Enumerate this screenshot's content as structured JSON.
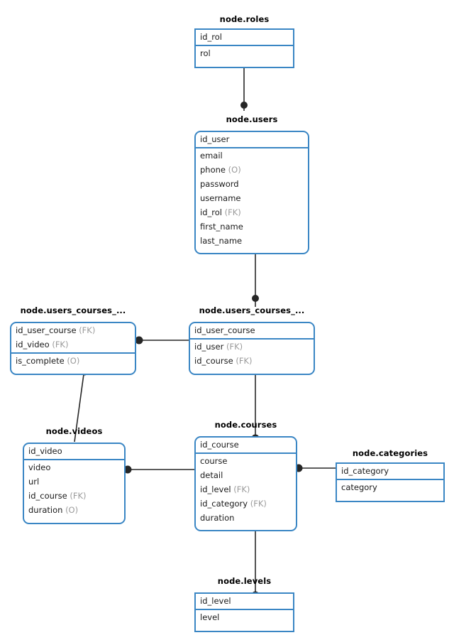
{
  "diagram": {
    "type": "entity-relationship-diagram",
    "background_color": "#ffffff",
    "entity_border_color": "#3a86c4",
    "connector_color": "#262626",
    "optional_tag": "(O)",
    "foreign_key_tag": "(FK)"
  },
  "entities": [
    {
      "id": "roles",
      "title": "node.roles",
      "corner_style": "square",
      "primary_key": [
        {
          "name": "id_rol",
          "tag": ""
        }
      ],
      "attributes": [
        {
          "name": "rol",
          "tag": ""
        }
      ]
    },
    {
      "id": "users",
      "title": "node.users",
      "corner_style": "rounded",
      "primary_key": [
        {
          "name": "id_user",
          "tag": ""
        }
      ],
      "attributes": [
        {
          "name": "email",
          "tag": ""
        },
        {
          "name": "phone",
          "tag": "(O)"
        },
        {
          "name": "password",
          "tag": ""
        },
        {
          "name": "username",
          "tag": ""
        },
        {
          "name": "id_rol",
          "tag": "(FK)"
        },
        {
          "name": "first_name",
          "tag": ""
        },
        {
          "name": "last_name",
          "tag": ""
        }
      ]
    },
    {
      "id": "users_courses_videos",
      "title": "node.users_courses_...",
      "corner_style": "rounded",
      "primary_key": [
        {
          "name": "id_user_course",
          "tag": "(FK)"
        },
        {
          "name": "id_video",
          "tag": "(FK)"
        }
      ],
      "attributes": [
        {
          "name": "is_complete",
          "tag": "(O)"
        }
      ]
    },
    {
      "id": "users_courses",
      "title": "node.users_courses_...",
      "corner_style": "rounded",
      "primary_key": [
        {
          "name": "id_user_course",
          "tag": ""
        }
      ],
      "attributes": [
        {
          "name": "id_user",
          "tag": "(FK)"
        },
        {
          "name": "id_course",
          "tag": "(FK)"
        }
      ]
    },
    {
      "id": "videos",
      "title": "node.videos",
      "corner_style": "rounded",
      "primary_key": [
        {
          "name": "id_video",
          "tag": ""
        }
      ],
      "attributes": [
        {
          "name": "video",
          "tag": ""
        },
        {
          "name": "url",
          "tag": ""
        },
        {
          "name": "id_course",
          "tag": "(FK)"
        },
        {
          "name": "duration",
          "tag": "(O)"
        }
      ]
    },
    {
      "id": "courses",
      "title": "node.courses",
      "corner_style": "rounded",
      "primary_key": [
        {
          "name": "id_course",
          "tag": ""
        }
      ],
      "attributes": [
        {
          "name": "course",
          "tag": ""
        },
        {
          "name": "detail",
          "tag": ""
        },
        {
          "name": "id_level",
          "tag": "(FK)"
        },
        {
          "name": "id_category",
          "tag": "(FK)"
        },
        {
          "name": "duration",
          "tag": ""
        }
      ]
    },
    {
      "id": "categories",
      "title": "node.categories",
      "corner_style": "square",
      "primary_key": [
        {
          "name": "id_category",
          "tag": ""
        }
      ],
      "attributes": [
        {
          "name": "category",
          "tag": ""
        }
      ]
    },
    {
      "id": "levels",
      "title": "node.levels",
      "corner_style": "square",
      "primary_key": [
        {
          "name": "id_level",
          "tag": ""
        }
      ],
      "attributes": [
        {
          "name": "level",
          "tag": ""
        }
      ]
    }
  ],
  "relationships": [
    {
      "from": "roles",
      "to": "users",
      "marker_at": "users"
    },
    {
      "from": "users",
      "to": "users_courses",
      "marker_at": "users_courses"
    },
    {
      "from": "users_courses_videos",
      "to": "users_courses",
      "marker_at": "users_courses_videos"
    },
    {
      "from": "users_courses_videos",
      "to": "videos",
      "marker_at": "users_courses_videos"
    },
    {
      "from": "users_courses",
      "to": "courses",
      "marker_at": "courses"
    },
    {
      "from": "videos",
      "to": "courses",
      "marker_at": "videos"
    },
    {
      "from": "courses",
      "to": "categories",
      "marker_at": "courses"
    },
    {
      "from": "courses",
      "to": "levels",
      "marker_at": "levels"
    }
  ]
}
